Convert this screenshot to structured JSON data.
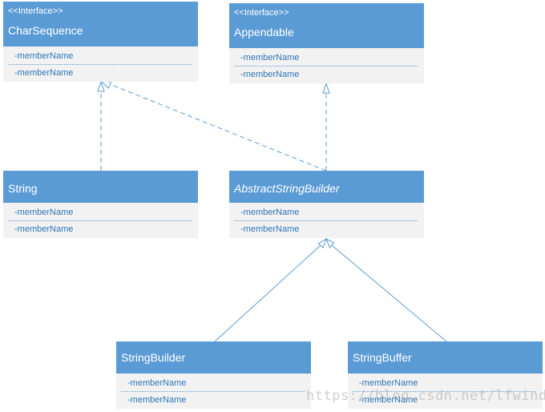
{
  "classes": {
    "charsequence": {
      "stereotype": "<<Interface>>",
      "name": "CharSequence",
      "members": [
        "-memberName",
        "-memberName"
      ]
    },
    "appendable": {
      "stereotype": "<<Interface>>",
      "name": "Appendable",
      "members": [
        "-memberName",
        "-memberName"
      ]
    },
    "string": {
      "name": "String",
      "members": [
        "-memberName",
        "-memberName"
      ]
    },
    "abstractstringbuilder": {
      "name": "AbstractStringBuilder",
      "members": [
        "-memberName",
        "-memberName"
      ]
    },
    "stringbuilder": {
      "name": "StringBuilder",
      "members": [
        "-memberName",
        "-memberName"
      ]
    },
    "stringbuffer": {
      "name": "StringBuffer",
      "members": [
        "-memberName",
        "-memberName"
      ]
    }
  },
  "watermark": "https://blog.csdn.net/lfwinds",
  "colors": {
    "header": "#5b9bd5",
    "body": "#f2f2f2",
    "member_text": "#2e75b6",
    "connector": "#5b9bd5"
  }
}
